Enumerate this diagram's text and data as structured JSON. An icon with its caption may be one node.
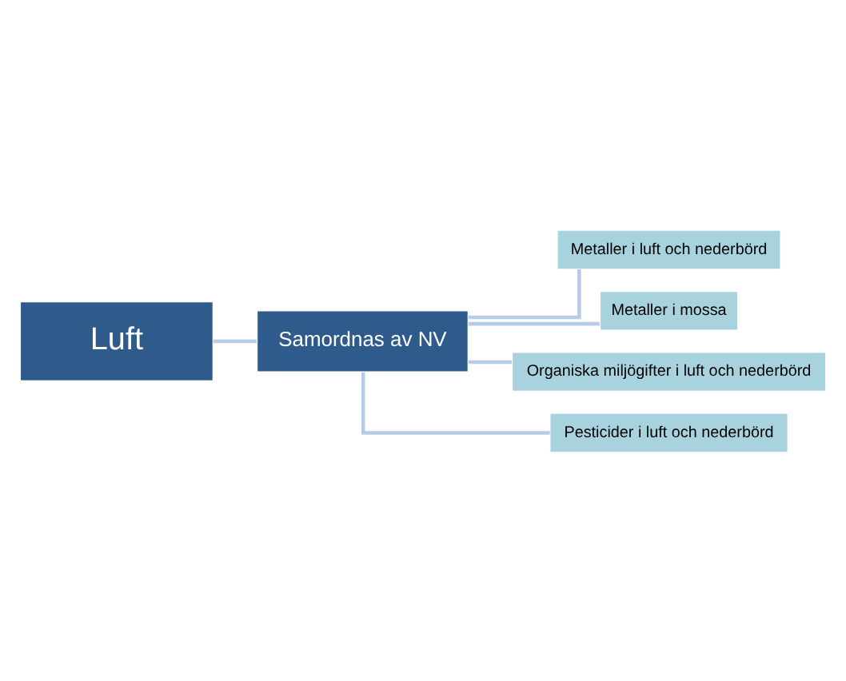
{
  "diagram": {
    "nodes": [
      {
        "text": [
          "Luft"
        ]
      },
      {
        "text": [
          "Samordnas av NV"
        ]
      },
      {
        "text": [
          "Metaller i luft och nederbörd"
        ]
      },
      {
        "text": [
          "Metaller i mossa"
        ]
      },
      {
        "text": [
          "Organiska miljögifter i luft och nederbörd"
        ]
      },
      {
        "text": [
          "Pesticider i luft och nederbörd"
        ]
      }
    ],
    "edges": [
      {
        "from": 0,
        "to": 1,
        "arrow": "none"
      },
      {
        "from": 1,
        "to": 2,
        "arrow": "none"
      },
      {
        "from": 1,
        "to": 3,
        "arrow": "none"
      },
      {
        "from": 1,
        "to": 4,
        "arrow": "none"
      },
      {
        "from": 1,
        "to": 5,
        "arrow": "none"
      }
    ]
  }
}
